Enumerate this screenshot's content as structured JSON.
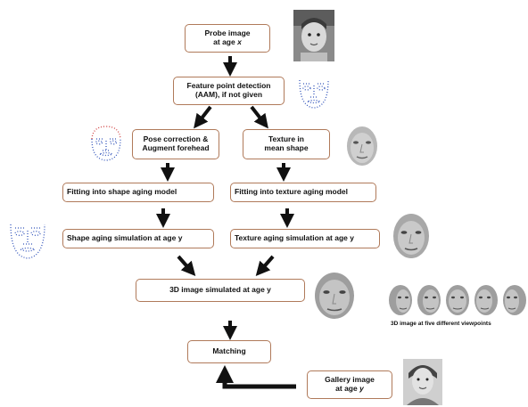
{
  "nodes": {
    "probe": {
      "line1": "Probe image",
      "line2": "at age ",
      "var": "x"
    },
    "feature": "Feature point detection\n(AAM), if not given",
    "pose": "Pose correction &\nAugment forehead",
    "texture_mean": "Texture in\nmean shape",
    "fit_shape": "Fitting into shape aging model",
    "fit_texture": "Fitting into texture aging model",
    "shape_sim": "Shape aging simulation at age y",
    "texture_sim": "Texture aging simulation at age y",
    "image3d": "3D image simulated at age y",
    "matching": "Matching",
    "gallery": {
      "line1": "Gallery image",
      "line2": "at age ",
      "var": "y"
    }
  },
  "captions": {
    "viewpoints": "3D image at five different viewpoints"
  },
  "colors": {
    "box_border": "#b07a5a",
    "arrow": "#111111",
    "mesh_dots": "#3355bb",
    "mesh_accent": "#d04040"
  },
  "icons": [
    "probe-photo",
    "landmark-mesh-icon",
    "mean-face-image",
    "aged-face-image",
    "gallery-photo"
  ]
}
